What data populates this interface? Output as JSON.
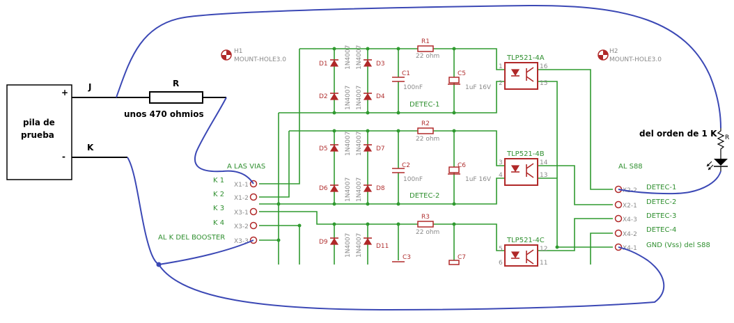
{
  "battery": {
    "line1": "pila de",
    "line2": "prueba",
    "plus": "+",
    "minus": "-"
  },
  "wires": {
    "j": "J",
    "k": "K"
  },
  "resistor_in": {
    "name": "R",
    "value": "unos 470 ohmios"
  },
  "resistor_out": {
    "name": "R",
    "value": "del orden de 1 K"
  },
  "mount_holes": [
    {
      "id": "H1",
      "type": "MOUNT-HOLE3.0"
    },
    {
      "id": "H2",
      "type": "MOUNT-HOLE3.0"
    }
  ],
  "left_header": {
    "title": "A LAS VIAS",
    "rows": [
      {
        "k": "K 1",
        "x": "X1-1"
      },
      {
        "k": "K 2",
        "x": "X1-2"
      },
      {
        "k": "K 3",
        "x": "X3-1"
      },
      {
        "k": "K 4",
        "x": "X3-2"
      },
      {
        "k": "AL K DEL BOOSTER",
        "x": "X3-3"
      }
    ]
  },
  "right_header": {
    "title": "AL S88",
    "rows": [
      {
        "x": "X2-2",
        "label": "DETEC-1"
      },
      {
        "x": "X2-1",
        "label": "DETEC-2"
      },
      {
        "x": "X4-3",
        "label": "DETEC-3"
      },
      {
        "x": "X4-2",
        "label": "DETEC-4"
      },
      {
        "x": "X4-1",
        "label": "GND (Vss) del  S88"
      }
    ]
  },
  "diodes": [
    {
      "name": "D1",
      "value": "1N4007"
    },
    {
      "name": "D2",
      "value": "1N4007"
    },
    {
      "name": "D3",
      "value": "1N4007"
    },
    {
      "name": "D4",
      "value": "1N4007"
    },
    {
      "name": "D5",
      "value": "1N4007"
    },
    {
      "name": "D6",
      "value": "1N4007"
    },
    {
      "name": "D7",
      "value": "1N4007"
    },
    {
      "name": "D8",
      "value": "1N4007"
    },
    {
      "name": "D9",
      "value": "1N4007"
    },
    {
      "name": "D11",
      "value": "1N4007"
    }
  ],
  "resistors": [
    {
      "name": "R1",
      "value": "22 ohm"
    },
    {
      "name": "R2",
      "value": "22 ohm"
    },
    {
      "name": "R3",
      "value": "22 ohm"
    }
  ],
  "caps": [
    {
      "name": "C1",
      "value": "100nF"
    },
    {
      "name": "C2",
      "value": "100nF"
    },
    {
      "name": "C3",
      "value": ""
    },
    {
      "name": "C5",
      "value": "1uF  16V"
    },
    {
      "name": "C6",
      "value": "1uF  16V"
    },
    {
      "name": "C7",
      "value": ""
    }
  ],
  "detec_blocks": [
    "DETEC-1",
    "DETEC-2"
  ],
  "optos": [
    {
      "name": "TLP521-4A",
      "pins": [
        "1",
        "2",
        "16",
        "15"
      ]
    },
    {
      "name": "TLP521-4B",
      "pins": [
        "3",
        "4",
        "14",
        "13"
      ]
    },
    {
      "name": "TLP521-4C",
      "pins": [
        "5",
        "6",
        "12",
        "11"
      ]
    }
  ],
  "colors": {
    "wire_green": "#2f9a2f",
    "part_red": "#b02828",
    "annotation_blue": "#3b48b5",
    "text_black": "#000000"
  }
}
